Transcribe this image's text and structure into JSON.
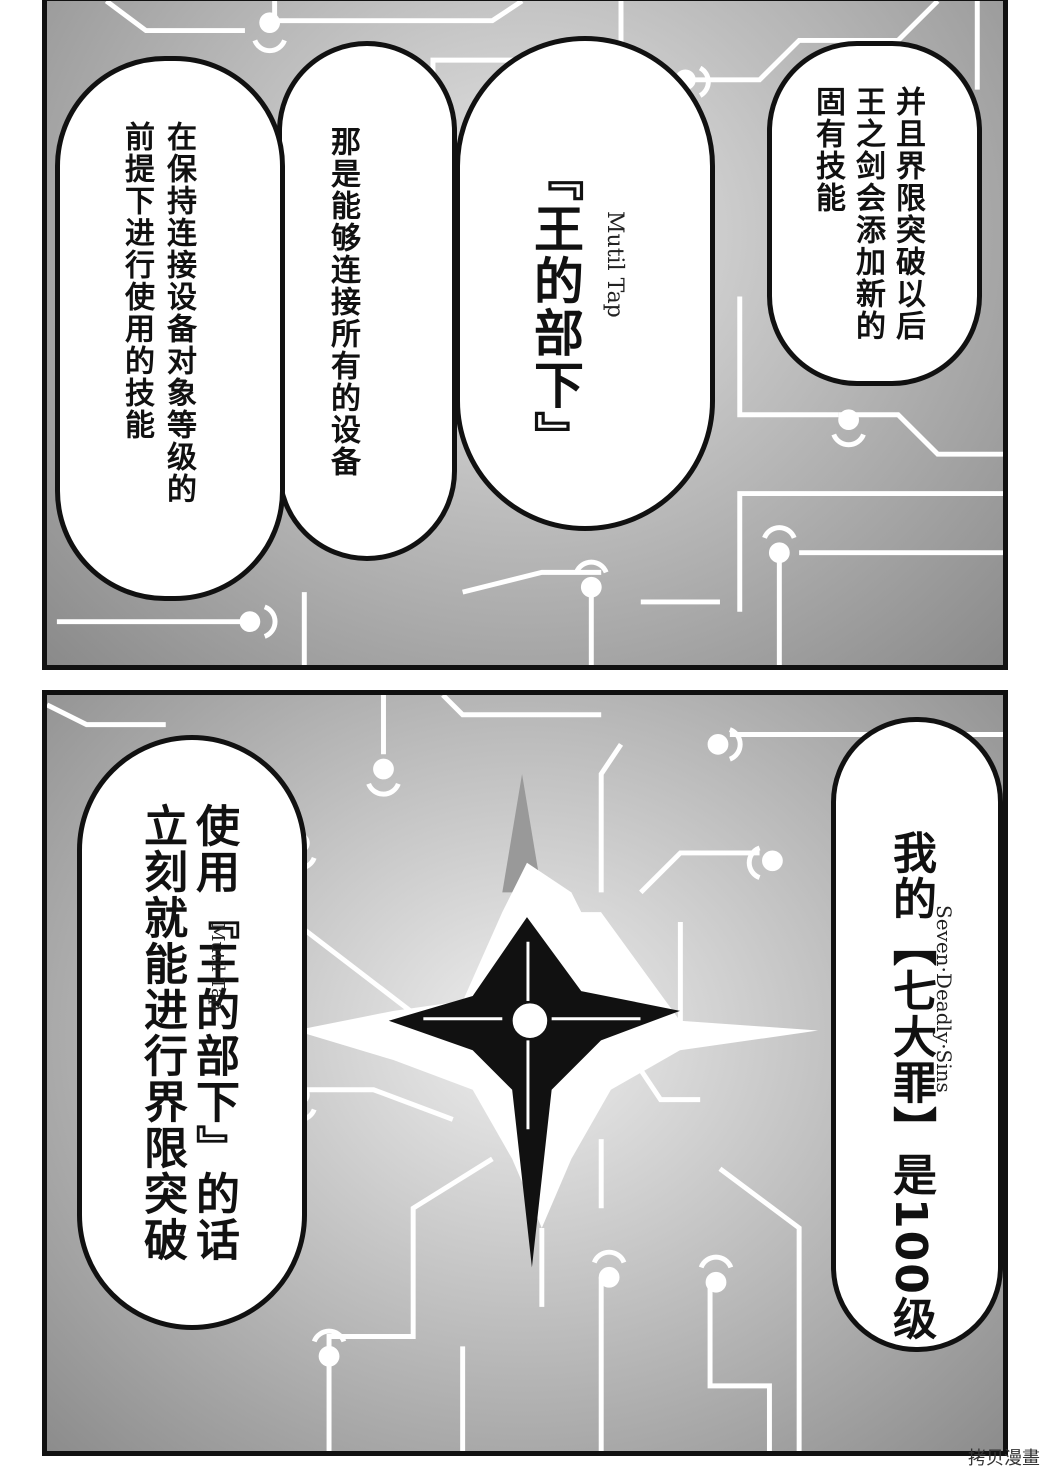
{
  "top_panel": {
    "bubble_right": "并且界限突破以后\n王之剑会添加新的\n固有技能",
    "bubble_center_main": "『王的部下』",
    "bubble_center_ruby": "Mutil Tap",
    "bubble_left_a": "那是能够连接所有的设备",
    "bubble_left_b": "在保持连接设备对象等级的\n前提下进行使用的技能"
  },
  "bottom_panel": {
    "bubble_right_main": "我的【七大罪】是100级",
    "bubble_right_ruby": "Seven·Deadly·Sins",
    "bubble_left_main": "使用『王的部下』的话\n立刻就能进行界限突破",
    "bubble_left_ruby": "Mutil Tap"
  },
  "watermark": "拷贝漫畫"
}
